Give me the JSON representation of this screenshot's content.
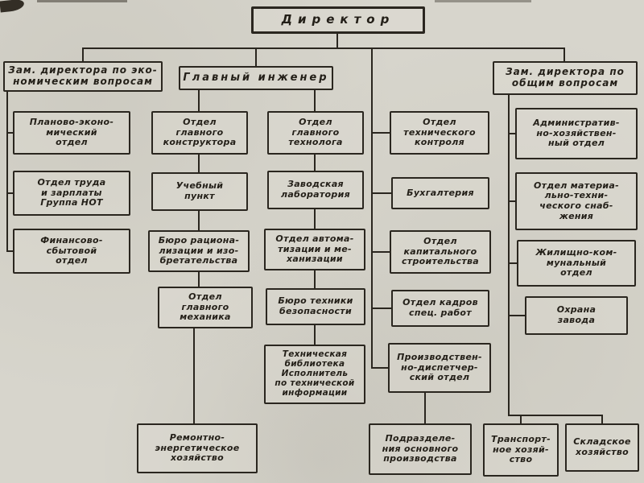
{
  "colors": {
    "ink": "#2a261f",
    "paper": "#d7d5cc"
  },
  "nodes": {
    "director": {
      "label": "Директор"
    },
    "deputy_econ": {
      "label": "Зам. директора по эко-\nномическим вопросам"
    },
    "chief_engineer": {
      "label": "Главный инженер"
    },
    "deputy_general": {
      "label": "Зам. директора по\nобщим вопросам"
    },
    "plan_econ": {
      "label": "Планово-эконо-\nмический\nотдел"
    },
    "labor": {
      "label": "Отдел труда\nи зарплаты\nГруппа НОТ"
    },
    "finance": {
      "label": "Финансово-\nсбытовой\nотдел"
    },
    "chief_designer": {
      "label": "Отдел\nглавного\nконструктора"
    },
    "training": {
      "label": "Учебный\nпункт"
    },
    "rationalization": {
      "label": "Бюро рациона-\nлизации и изо-\nбретательства"
    },
    "chief_mechanic": {
      "label": "Отдел\nглавного\nмеханика"
    },
    "repair_energy": {
      "label": "Ремонтно-\nэнергетическое\nхозяйство"
    },
    "chief_technologist": {
      "label": "Отдел\nглавного\nтехнолога"
    },
    "factory_lab": {
      "label": "Заводская\nлаборатория"
    },
    "automation": {
      "label": "Отдел автома-\nтизации и ме-\nханизации"
    },
    "safety": {
      "label": "Бюро техники\nбезопасности"
    },
    "tech_library": {
      "label": "Техническая\nбиблиотека\nИсполнитель\nпо технической\nинформации"
    },
    "tech_control": {
      "label": "Отдел\nтехнического\nконтроля"
    },
    "accounting": {
      "label": "Бухгалтерия"
    },
    "capital_construction": {
      "label": "Отдел\nкапитального\nстроительства"
    },
    "personnel": {
      "label": "Отдел кадров\nспец. работ"
    },
    "production_dispatch": {
      "label": "Производствен-\nно-диспетчер-\nский отдел"
    },
    "main_production": {
      "label": "Подразделе-\nния основного\nпроизводства"
    },
    "admin": {
      "label": "Административ-\nно-хозяйствен-\nный отдел"
    },
    "supply": {
      "label": "Отдел материа-\nльно-техни-\nческого снаб-\nжения"
    },
    "housing": {
      "label": "Жилищно-ком-\nмунальный\nотдел"
    },
    "security": {
      "label": "Охрана\nзавода"
    },
    "transport": {
      "label": "Транспорт-\nное хозяй-\nство"
    },
    "warehouse": {
      "label": "Складское\nхозяйство"
    }
  },
  "edges": [
    [
      "director",
      "deputy_econ"
    ],
    [
      "director",
      "chief_engineer"
    ],
    [
      "director",
      "deputy_general"
    ],
    [
      "director",
      "tech_control"
    ],
    [
      "director",
      "accounting"
    ],
    [
      "director",
      "capital_construction"
    ],
    [
      "director",
      "personnel"
    ],
    [
      "director",
      "production_dispatch"
    ],
    [
      "deputy_econ",
      "plan_econ"
    ],
    [
      "deputy_econ",
      "labor"
    ],
    [
      "deputy_econ",
      "finance"
    ],
    [
      "chief_engineer",
      "chief_designer"
    ],
    [
      "chief_engineer",
      "training"
    ],
    [
      "chief_engineer",
      "rationalization"
    ],
    [
      "chief_engineer",
      "chief_mechanic"
    ],
    [
      "chief_mechanic",
      "repair_energy"
    ],
    [
      "chief_engineer",
      "chief_technologist"
    ],
    [
      "chief_engineer",
      "factory_lab"
    ],
    [
      "chief_engineer",
      "automation"
    ],
    [
      "chief_engineer",
      "safety"
    ],
    [
      "chief_engineer",
      "tech_library"
    ],
    [
      "production_dispatch",
      "main_production"
    ],
    [
      "deputy_general",
      "admin"
    ],
    [
      "deputy_general",
      "supply"
    ],
    [
      "deputy_general",
      "housing"
    ],
    [
      "deputy_general",
      "security"
    ],
    [
      "deputy_general",
      "transport"
    ],
    [
      "deputy_general",
      "warehouse"
    ]
  ]
}
